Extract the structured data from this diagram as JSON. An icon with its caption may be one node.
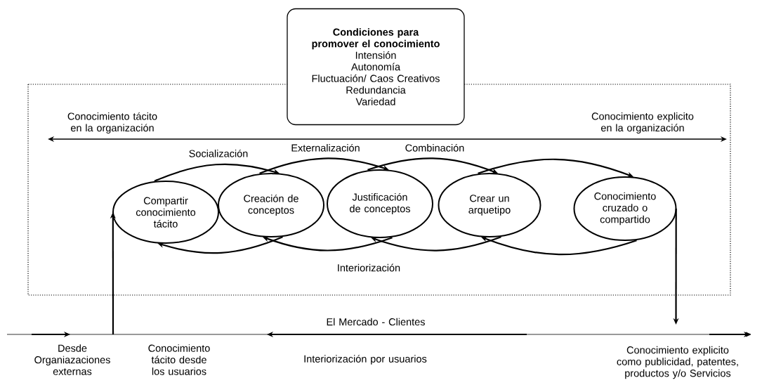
{
  "diagram": {
    "nodes": [
      {
        "text": [
          "Condiciones para promover el conocimiento",
          "Intensión",
          "Autonomía",
          "Fluctuación/ Caos Creativos",
          "Redundancia",
          "Variedad"
        ]
      },
      {
        "text": [
          "Compartir conocimiento tácito"
        ]
      },
      {
        "text": [
          "Creación de conceptos"
        ]
      },
      {
        "text": [
          "Justificación de conceptos"
        ]
      },
      {
        "text": [
          "Crear un arquetipo"
        ]
      },
      {
        "text": [
          "Conocimiento cruzado o compartido"
        ]
      }
    ],
    "edges": [
      {
        "from": 1,
        "to": 2,
        "arrow": "to",
        "label": "Socialización"
      },
      {
        "from": 2,
        "to": 3,
        "arrow": "to",
        "label": "Externalización"
      },
      {
        "from": 3,
        "to": 4,
        "arrow": "to",
        "label": "Combinación"
      },
      {
        "from": 4,
        "to": 5,
        "arrow": "to"
      },
      {
        "from": 2,
        "to": 1,
        "arrow": "to"
      },
      {
        "from": 3,
        "to": 2,
        "arrow": "to"
      },
      {
        "from": 4,
        "to": 3,
        "arrow": "to"
      },
      {
        "from": 5,
        "to": 4,
        "arrow": "to"
      },
      {
        "from": null,
        "to": 1,
        "arrow": "to"
      },
      {
        "from": 5,
        "to": null,
        "arrow": "to"
      }
    ],
    "labels": [
      "Conocimiento tácito en la organización",
      "Conocimiento explicito en la organización",
      "Interiorización",
      "El Mercado - Clientes",
      "Desde Organiazaciones externas",
      "Conocimiento tácito desde los usuarios",
      "Interiorización por usuarios",
      "Conocimiento explicito como publicidad, patentes, productos y/o Servicios"
    ]
  }
}
